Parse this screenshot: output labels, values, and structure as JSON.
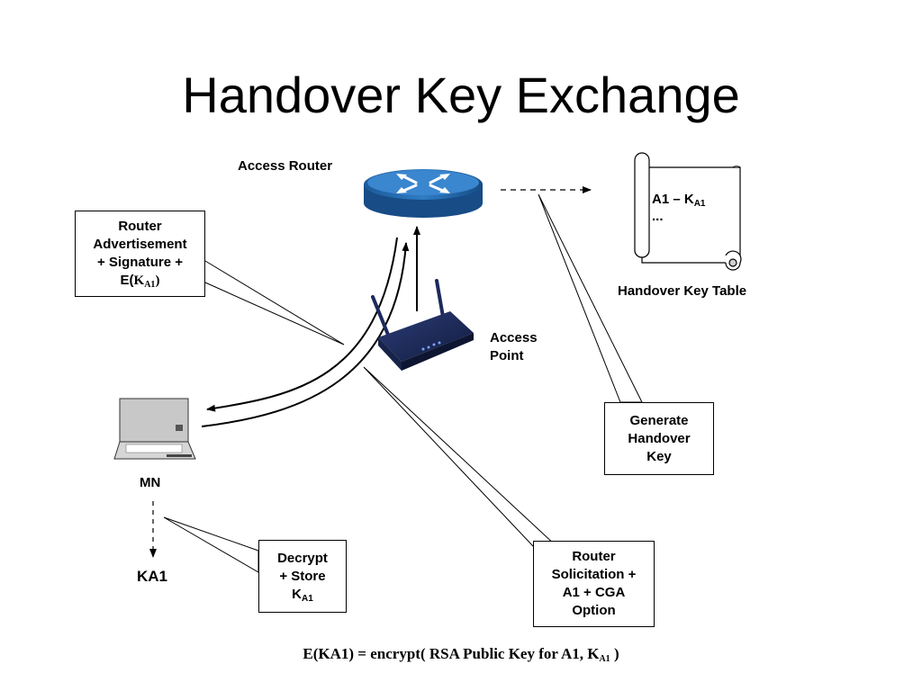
{
  "title": "Handover Key Exchange",
  "labels": {
    "access_router": "Access Router",
    "access_point": [
      "Access",
      "Point"
    ],
    "mn": "MN",
    "ka1": "KA1",
    "handover_key_table": "Handover Key Table"
  },
  "key_table": {
    "entry_prefix": "A1 – K",
    "entry_sub": "A1",
    "ellipsis": "..."
  },
  "boxes": {
    "router_advertisement": {
      "lines": [
        "Router",
        "Advertisement",
        "+ Signature +"
      ],
      "last_prefix": "E(",
      "last_key": "K",
      "last_sub": "A1",
      "last_suffix": ")"
    },
    "generate_handover_key": {
      "lines": [
        "Generate",
        "Handover",
        "Key"
      ]
    },
    "decrypt_store": {
      "lines": [
        "Decrypt",
        "+ Store"
      ],
      "key": "K",
      "key_sub": "A1"
    },
    "router_solicitation": {
      "lines": [
        "Router",
        "Solicitation +",
        "A1 + CGA",
        "Option"
      ]
    }
  },
  "formula": {
    "prefix": "E(KA1) = encrypt( RSA Public Key for A1, K",
    "sub": "A1",
    "suffix": " )"
  },
  "colors": {
    "router_blue": "#1e63a8",
    "router_light": "#3a86cf",
    "access_point_navy": "#1c2a5c",
    "laptop_gray": "#c8c8c8"
  },
  "icons": [
    "router-icon",
    "access-point-icon",
    "laptop-icon",
    "scroll-icon"
  ]
}
